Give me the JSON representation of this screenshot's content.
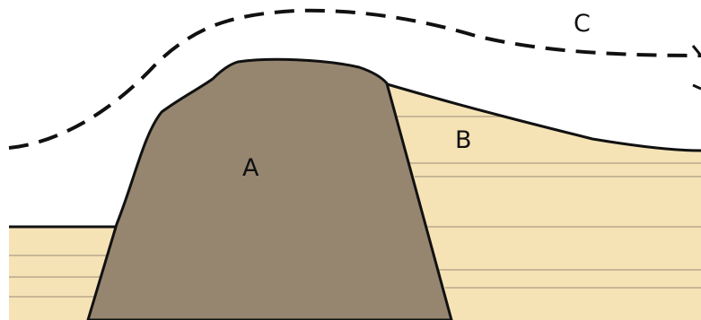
{
  "labels": {
    "rock_mass": "A",
    "sediment_wedge": "B",
    "flow_line": "C"
  },
  "colors": {
    "background": "#ffffff",
    "rock_fill": "#968670",
    "sediment_fill": "#f5e3b6",
    "layer_line": "#b9a88b",
    "outline": "#111111"
  }
}
